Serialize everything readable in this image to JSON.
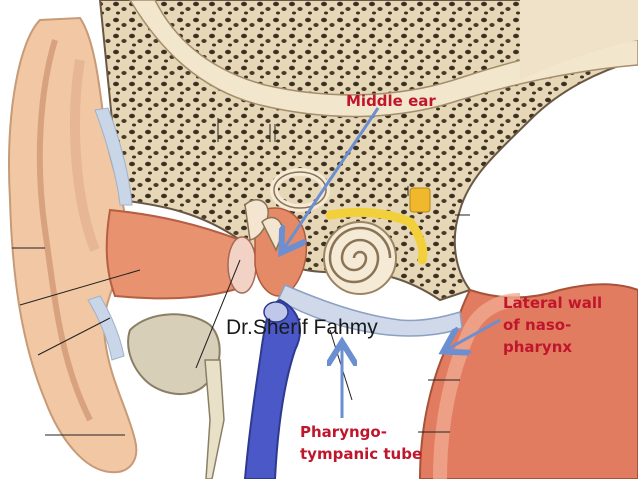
{
  "labels": {
    "middle_ear": "Middle ear",
    "lateral_wall": [
      "Lateral wall",
      "of naso-",
      "pharynx"
    ],
    "pharyngo_tympanic": [
      "Pharyngo-",
      "tympanic tube"
    ]
  },
  "watermark": "Dr.Sherif Fahmy",
  "colors": {
    "label_red": "#c0162c",
    "arrow_blue": "#6b8fd0",
    "bone": "#e9dcc0",
    "soft_tissue": "#e8926f",
    "cartilage": "#c9d6e8",
    "auricle": "#f1c7a4",
    "vessel_blue": "#4a58c8"
  }
}
